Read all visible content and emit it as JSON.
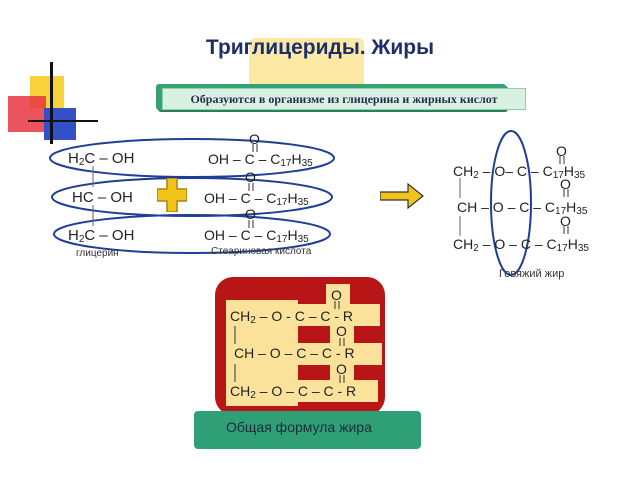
{
  "title": "Триглицериды. Жиры",
  "subtitle": "Образуются в организме из глицерина и жирных кислот",
  "glycerol": {
    "row1": "H2C – OH",
    "row2": "HC – OH",
    "row3": "H2C – OH",
    "label": "глицерин"
  },
  "acid": {
    "o": "O",
    "row1": "OH – C – C17H35",
    "row2": "OH – C – C17H35",
    "row3": "OH – C – C17H35",
    "label": "Стеариновая кислота"
  },
  "product": {
    "o": "O",
    "row1": "CH2 – O– C – C17H35",
    "row2": "CH – O – C – C17H35",
    "row3": "CH2 – O – C – C17H35",
    "label": "Говяжий жир"
  },
  "general": {
    "o": "O",
    "row1": "CH2 – O - C – C - R",
    "row2": "CH – O – C – C - R",
    "row3": "CH2 – O – C – C - R",
    "label": "Общая формула жира"
  },
  "colors": {
    "title": "#1c2f6b",
    "banner": "#36a173",
    "plus": "#f2c31b",
    "arrow": "#f2c31b",
    "ellipse": "#1f3f96",
    "redbox": "#b81616",
    "greenbar": "#2fa075"
  }
}
